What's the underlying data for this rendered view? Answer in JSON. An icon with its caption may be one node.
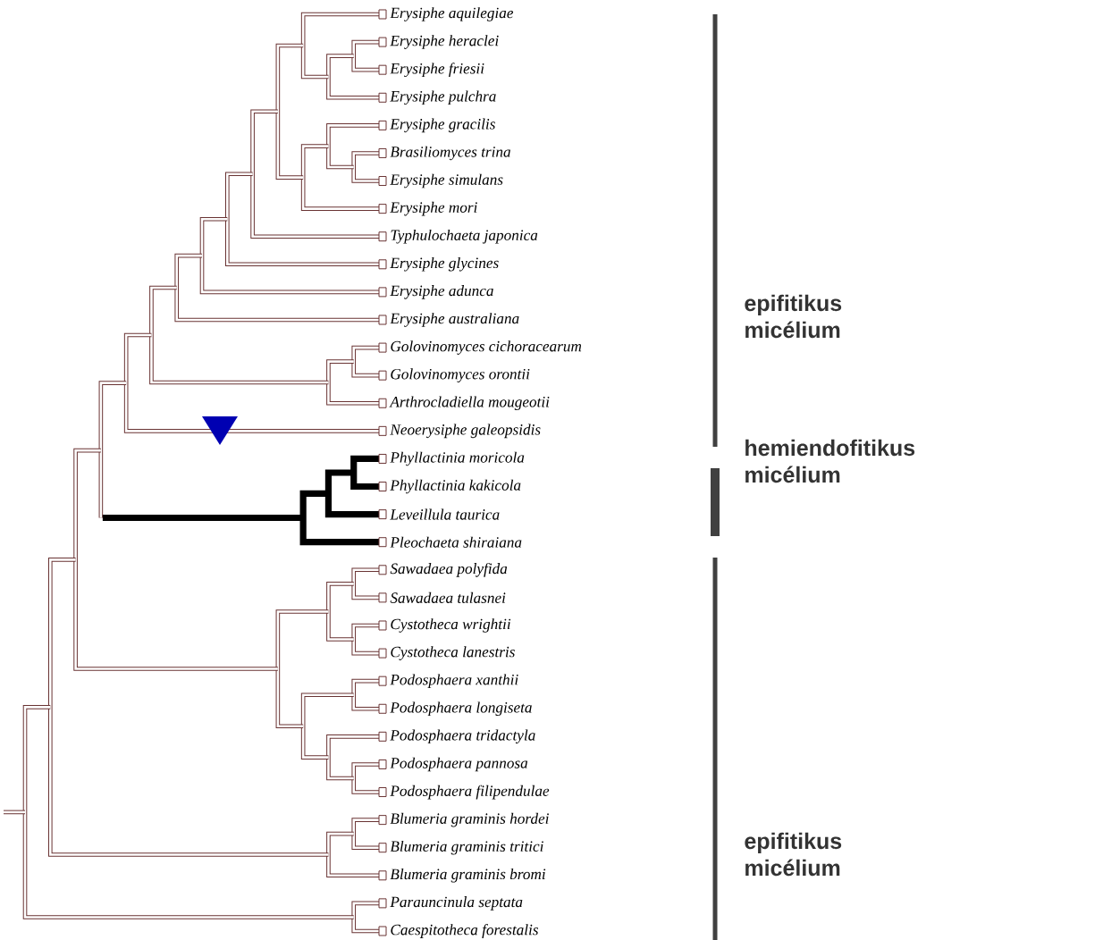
{
  "diagram": {
    "labels": [
      "Erysiphe aquilegiae",
      "Erysiphe heraclei",
      "Erysiphe friesii",
      "Erysiphe pulchra",
      "Erysiphe gracilis",
      "Brasiliomyces trina",
      "Erysiphe simulans",
      "Erysiphe mori",
      "Typhulochaeta japonica",
      "Erysiphe glycines",
      "Erysiphe adunca",
      "Erysiphe australiana",
      "Golovinomyces cichoracearum",
      "Golovinomyces orontii",
      "Arthrocladiella mougeotii",
      "Neoerysiphe galeopsidis",
      "Phyllactinia moricola",
      "Phyllactinia kakicola",
      "Leveillula taurica",
      "Pleochaeta shiraiana",
      "Sawadaea polyfida",
      "Sawadaea tulasnei",
      "Cystotheca wrightii",
      "Cystotheca lanestris",
      "Podosphaera xanthii",
      "Podosphaera longiseta",
      "Podosphaera tridactyla",
      "Podosphaera pannosa",
      "Podosphaera filipendulae",
      "Blumeria graminis hordei",
      "Blumeria graminis tritici",
      "Blumeria graminis bromi",
      "Parauncinula septata",
      "Caespitotheca forestalis",
      "epifitikus micélium",
      "hemiendofitikus micélium",
      "epifitikus micélium"
    ]
  }
}
